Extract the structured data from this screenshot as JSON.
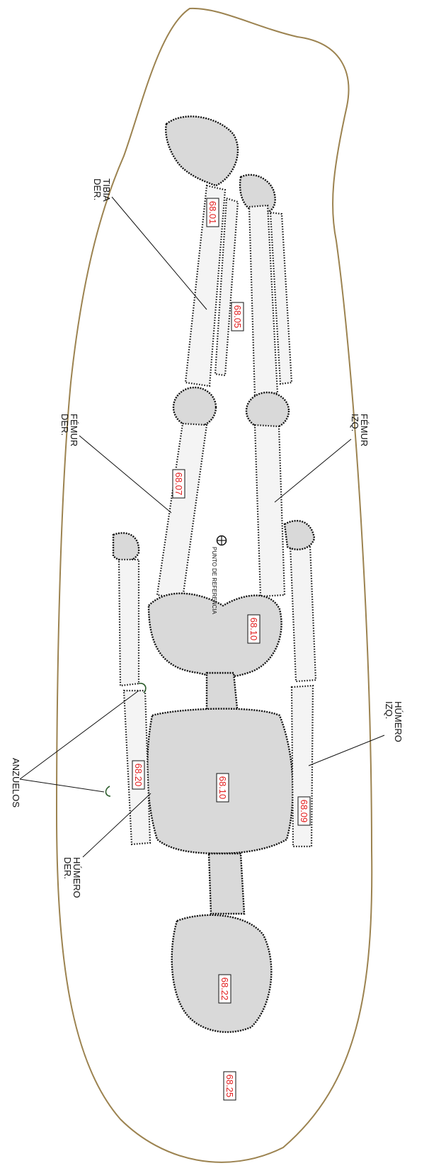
{
  "labels": {
    "tibia_der": [
      "TIBIA",
      "DER."
    ],
    "femur_der": [
      "FÉMUR",
      "DER."
    ],
    "femur_izq": [
      "FÉMUR",
      "IZQ."
    ],
    "humero_izq": [
      "HÚMERO",
      "IZQ."
    ],
    "humero_der": [
      "HÚMERO",
      "DER."
    ],
    "anzuelos": "ANZUELOS",
    "punto_referencia": "PUNTO DE REFERENCIA"
  },
  "elevations": {
    "tibia_der": "68.01",
    "legs_center": "68.05",
    "femur_der": "68.07",
    "pelvis": "68.10",
    "humero_der": "68.20",
    "thorax": "68.10",
    "humero_izq": "68.09",
    "skull": "68.22",
    "pit_bottom": "68.25"
  },
  "colors": {
    "pit_outline": "#9c8350",
    "elevation_text": "#e21b1b",
    "hook": "#2e5e2e",
    "ink": "#111111"
  },
  "icons": {
    "reference_point": "crosshair-circle-icon",
    "fish_hook": "hook-icon"
  }
}
